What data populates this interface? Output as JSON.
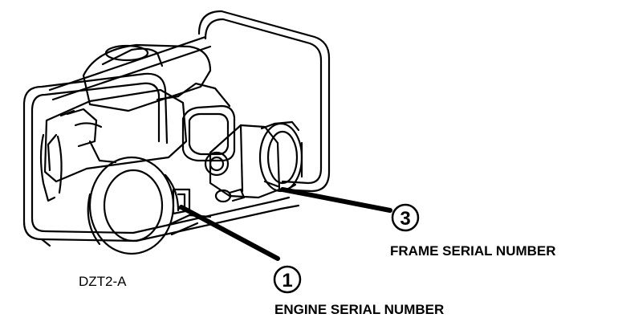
{
  "figure_code": "DZT2-A",
  "callouts": [
    {
      "number": "1",
      "label": "ENGINE SERIAL NUMBER"
    },
    {
      "number": "3",
      "label": "FRAME SERIAL NUMBER"
    }
  ],
  "colors": {
    "line": "#000000",
    "background": "#ffffff"
  }
}
